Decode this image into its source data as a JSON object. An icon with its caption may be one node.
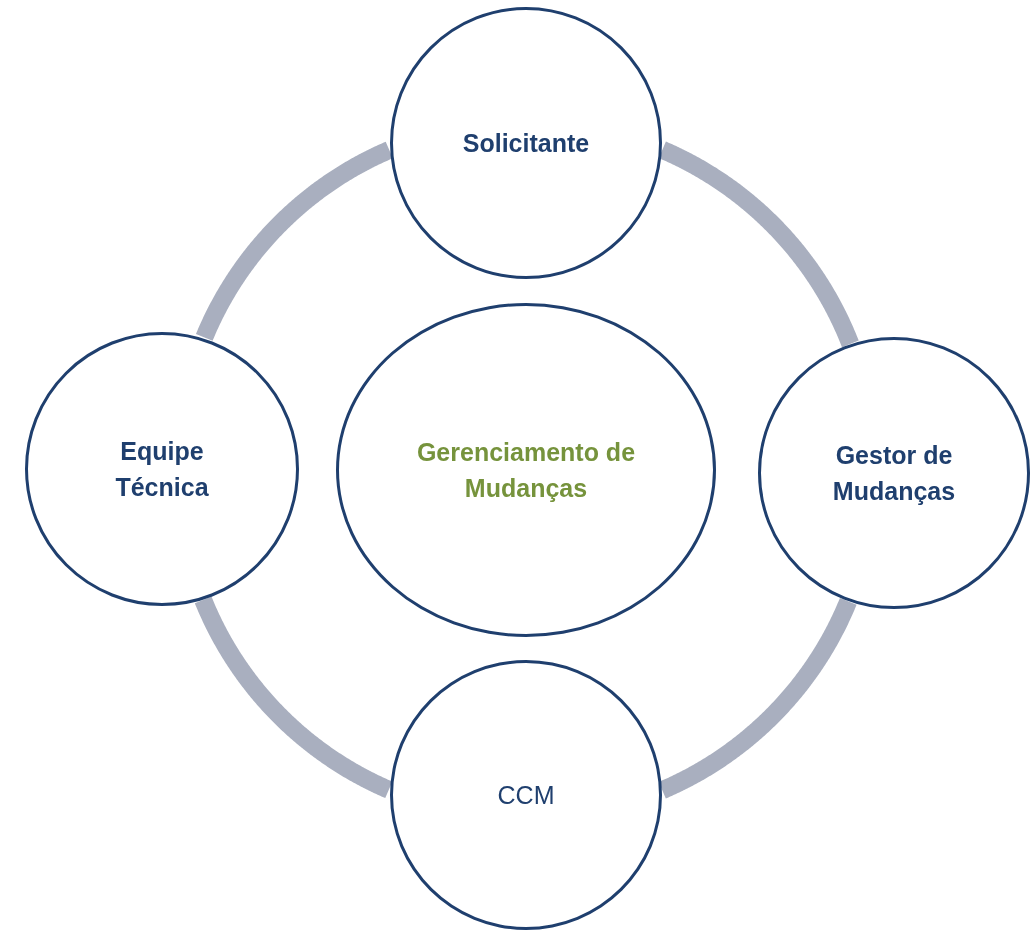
{
  "diagram": {
    "nodes": [
      {
        "text": [
          "Solicitante"
        ]
      },
      {
        "text": [
          "Equipe Técnica"
        ]
      },
      {
        "text": [
          "Gerenciamento de Mudanças"
        ]
      },
      {
        "text": [
          "Gestor de Mudanças"
        ]
      },
      {
        "text": [
          "CCM"
        ]
      }
    ],
    "edges": [
      {
        "from": 0,
        "to": 3,
        "arrow": "none"
      },
      {
        "from": 3,
        "to": 4,
        "arrow": "none"
      },
      {
        "from": 4,
        "to": 1,
        "arrow": "none"
      },
      {
        "from": 1,
        "to": 0,
        "arrow": "none"
      }
    ]
  }
}
